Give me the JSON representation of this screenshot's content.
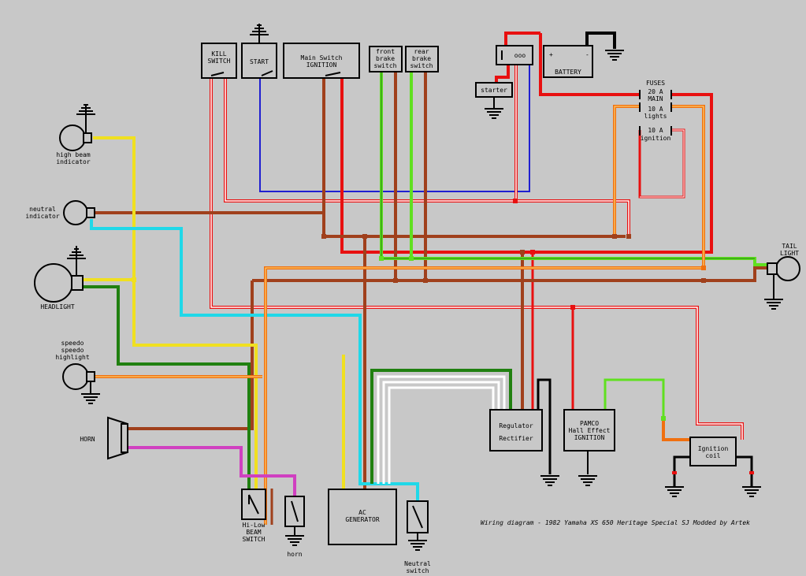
{
  "caption": "Wiring diagram - 1982 Yamaha XS 650 Heritage Special SJ Modded by Artek",
  "labels": {
    "kill_switch": [
      "KILL",
      "SWITCH"
    ],
    "start": "START",
    "main_switch": [
      "Main Switch",
      "IGNITION"
    ],
    "front_brake": [
      "front",
      "brake",
      "switch"
    ],
    "rear_brake": [
      "rear",
      "brake",
      "switch"
    ],
    "starter": "starter",
    "battery": "BATTERY",
    "battery_plus": "+",
    "battery_minus": "-",
    "fuses_title": "FUSES",
    "fuse_main": [
      "20 A",
      "MAIN"
    ],
    "fuse_lights": [
      "10 A",
      "lights"
    ],
    "fuse_ignition": [
      "10 A",
      "ignition"
    ],
    "high_beam": [
      "high beam",
      "indicator"
    ],
    "neutral_indicator": [
      "neutral",
      "indicator"
    ],
    "headlight": "HEADLIGHT",
    "speedo": [
      "speedo",
      "speedo",
      "highlight"
    ],
    "horn": "HORN",
    "hilow": [
      "Hi-Low",
      "BEAM",
      "SWITCH"
    ],
    "horn_switch": "horn",
    "ac_generator": [
      "AC",
      "GENERATOR"
    ],
    "neutral_switch": [
      "Neutral",
      "switch"
    ],
    "regulator": [
      "Regulator",
      "Rectifier"
    ],
    "pamco": [
      "PAMCO",
      "Hall Effect",
      "IGNITION"
    ],
    "ignition_coil": [
      "Ignition",
      "coil"
    ],
    "tail_light": [
      "TAIL",
      "LIGHT"
    ]
  },
  "colors": {
    "red": "#e81010",
    "brown": "#a0401c",
    "yellow": "#f0e020",
    "cyan": "#20d8e8",
    "green": "#208010",
    "lime": "#60e020",
    "blue": "#2020d0",
    "magenta": "#d040c0",
    "orange": "#f07010",
    "white": "#ffffff",
    "black": "#000000"
  }
}
